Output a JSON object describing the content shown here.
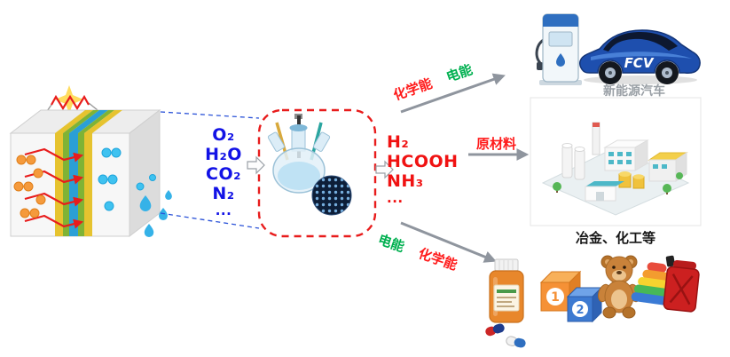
{
  "canvas": {
    "background": "#ffffff"
  },
  "reactants": {
    "color": "#1212e6",
    "items": [
      "O₂",
      "H₂O",
      "CO₂",
      "N₂",
      "..."
    ]
  },
  "products": {
    "color": "#f01212",
    "items": [
      "H₂",
      "HCOOH",
      "NH₃",
      "..."
    ]
  },
  "reactor": {
    "outline_color": "#e81c1c"
  },
  "pathways": {
    "to_vehicle": {
      "labels": [
        {
          "text": "化学能",
          "color": "#ff1a1a"
        },
        {
          "text": "电能",
          "color": "#00b050"
        }
      ]
    },
    "to_industry": {
      "labels": [
        {
          "text": "原材料",
          "color": "#ff1a1a"
        }
      ]
    },
    "to_consumer": {
      "labels": [
        {
          "text": "电能",
          "color": "#00b050"
        },
        {
          "text": "化学能",
          "color": "#ff1a1a"
        }
      ]
    }
  },
  "destinations": {
    "vehicle": {
      "badge": "FCV",
      "caption": "新能源汽车"
    },
    "industry": {
      "caption": "冶金、化工等"
    },
    "consumer": {
      "block_numbers": [
        "1",
        "2"
      ]
    }
  }
}
